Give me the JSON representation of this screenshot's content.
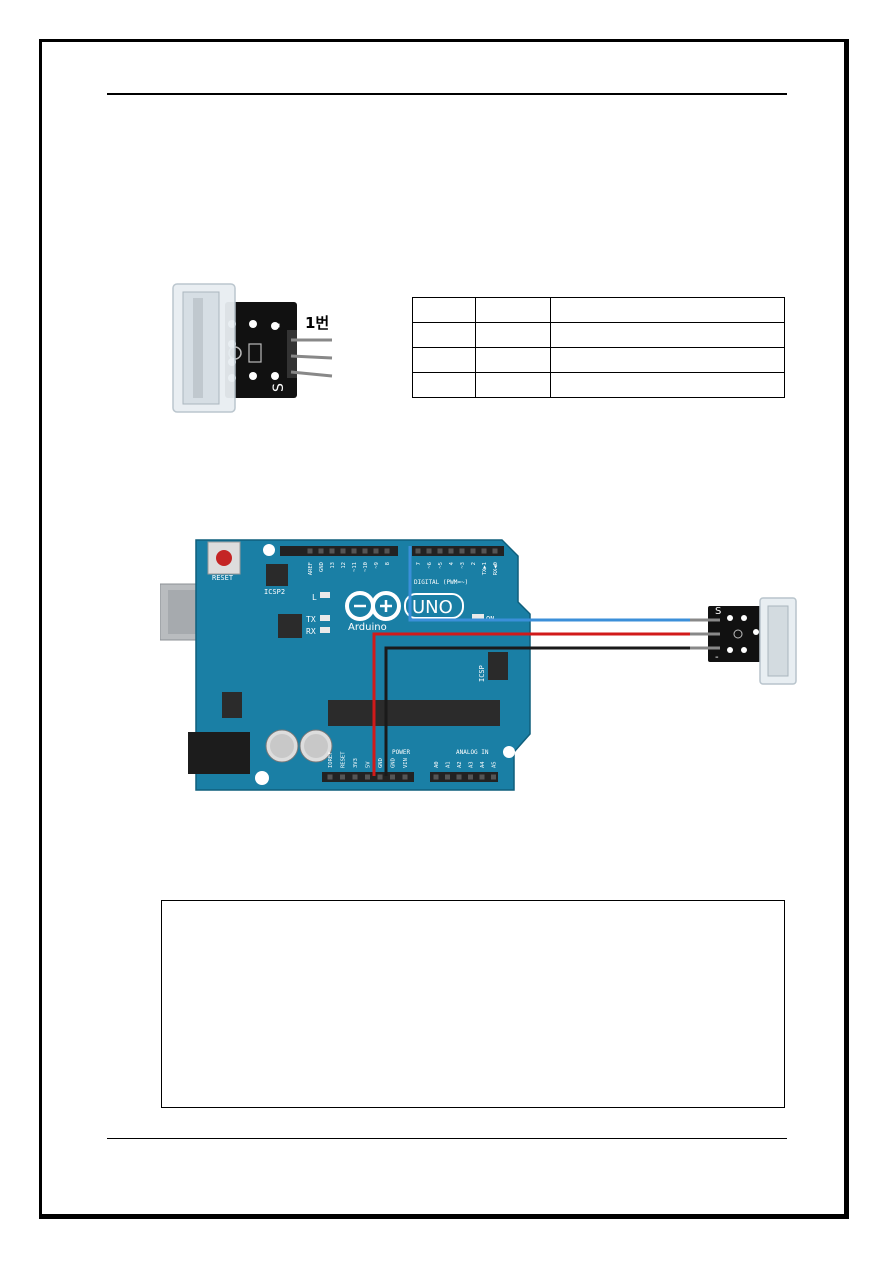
{
  "sensor_callout": "1번",
  "pin_table": {
    "rows": [
      [
        "",
        "",
        ""
      ],
      [
        "",
        "",
        ""
      ],
      [
        "",
        "",
        ""
      ],
      [
        "",
        "",
        ""
      ]
    ]
  },
  "board": {
    "reset_label": "RESET",
    "icsp2_label": "ICSP2",
    "icsp_label": "ICSP",
    "brand": "Arduino",
    "model": "UNO",
    "on_label": "ON",
    "led_labels": [
      "L",
      "TX",
      "RX"
    ],
    "digital_header_label": "DIGITAL (PWM=~)",
    "power_label": "POWER",
    "analog_label": "ANALOG IN",
    "top_header_pins": [
      "AREF",
      "GND",
      "13",
      "12",
      "~11",
      "~10",
      "~9",
      "8"
    ],
    "right_header_pins": [
      "7",
      "~6",
      "~5",
      "4",
      "~3",
      "2",
      "TX▶1",
      "RX◀0"
    ],
    "power_pins": [
      "IOREF",
      "RESET",
      "3V3",
      "5V",
      "GND",
      "GND",
      "VIN"
    ],
    "analog_pins": [
      "A0",
      "A1",
      "A2",
      "A3",
      "A4",
      "A5"
    ]
  },
  "module_pin_labels": {
    "signal": "S",
    "ground": "-"
  },
  "colors": {
    "board": "#1a7fa5",
    "wire_signal": "#3b8fd9",
    "wire_power": "#d11a1a",
    "wire_ground": "#1a1a1a"
  }
}
